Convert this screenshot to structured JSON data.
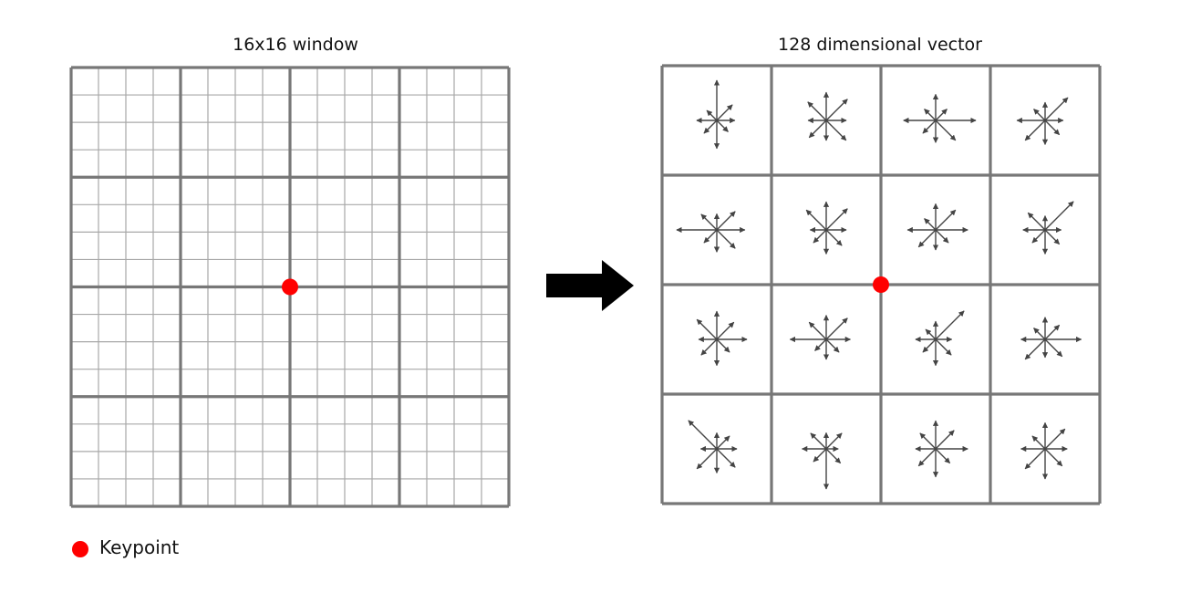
{
  "left_panel": {
    "title": "16x16 window",
    "cells_per_side": 16,
    "blocks_per_side": 4
  },
  "right_panel": {
    "title": "128 dimensional vector",
    "blocks_per_side": 4,
    "orientation_bins": 8
  },
  "legend": {
    "label": "Keypoint"
  },
  "colors": {
    "keypoint": "#ff0000",
    "grid_thick": "#777777",
    "grid_thin": "#a8a8a8",
    "arrow_main": "#000000",
    "arrow_small": "#444444",
    "text": "#111111"
  },
  "histograms": [
    [
      1.0,
      0.55,
      0.45,
      0.4,
      0.7,
      0.45,
      0.5,
      0.35
    ],
    [
      0.7,
      0.75,
      0.5,
      0.7,
      0.5,
      0.6,
      0.45,
      0.65
    ],
    [
      0.65,
      0.4,
      1.0,
      0.7,
      0.55,
      0.45,
      0.8,
      0.4
    ],
    [
      0.45,
      0.8,
      0.45,
      0.5,
      0.6,
      0.7,
      0.7,
      0.4
    ],
    [
      0.4,
      0.65,
      0.7,
      0.65,
      0.55,
      0.45,
      1.0,
      0.55
    ],
    [
      0.7,
      0.75,
      0.5,
      0.55,
      0.6,
      0.45,
      0.4,
      0.7
    ],
    [
      0.65,
      0.7,
      0.8,
      0.45,
      0.5,
      0.6,
      0.7,
      0.4
    ],
    [
      0.35,
      1.0,
      0.4,
      0.5,
      0.6,
      0.45,
      0.55,
      0.6
    ],
    [
      0.7,
      0.6,
      0.75,
      0.45,
      0.65,
      0.55,
      0.45,
      0.7
    ],
    [
      0.6,
      0.75,
      0.6,
      0.45,
      0.5,
      0.4,
      0.9,
      0.6
    ],
    [
      0.45,
      1.0,
      0.4,
      0.55,
      0.65,
      0.45,
      0.5,
      0.35
    ],
    [
      0.55,
      0.5,
      0.9,
      0.6,
      0.45,
      0.7,
      0.6,
      0.4
    ],
    [
      0.4,
      0.45,
      0.5,
      0.65,
      0.6,
      0.7,
      0.4,
      1.0
    ],
    [
      0.4,
      0.55,
      0.3,
      0.5,
      1.0,
      0.45,
      0.6,
      0.55
    ],
    [
      0.7,
      0.65,
      0.8,
      0.5,
      0.7,
      0.6,
      0.5,
      0.55
    ],
    [
      0.65,
      0.7,
      0.55,
      0.6,
      0.75,
      0.7,
      0.6,
      0.45
    ]
  ]
}
